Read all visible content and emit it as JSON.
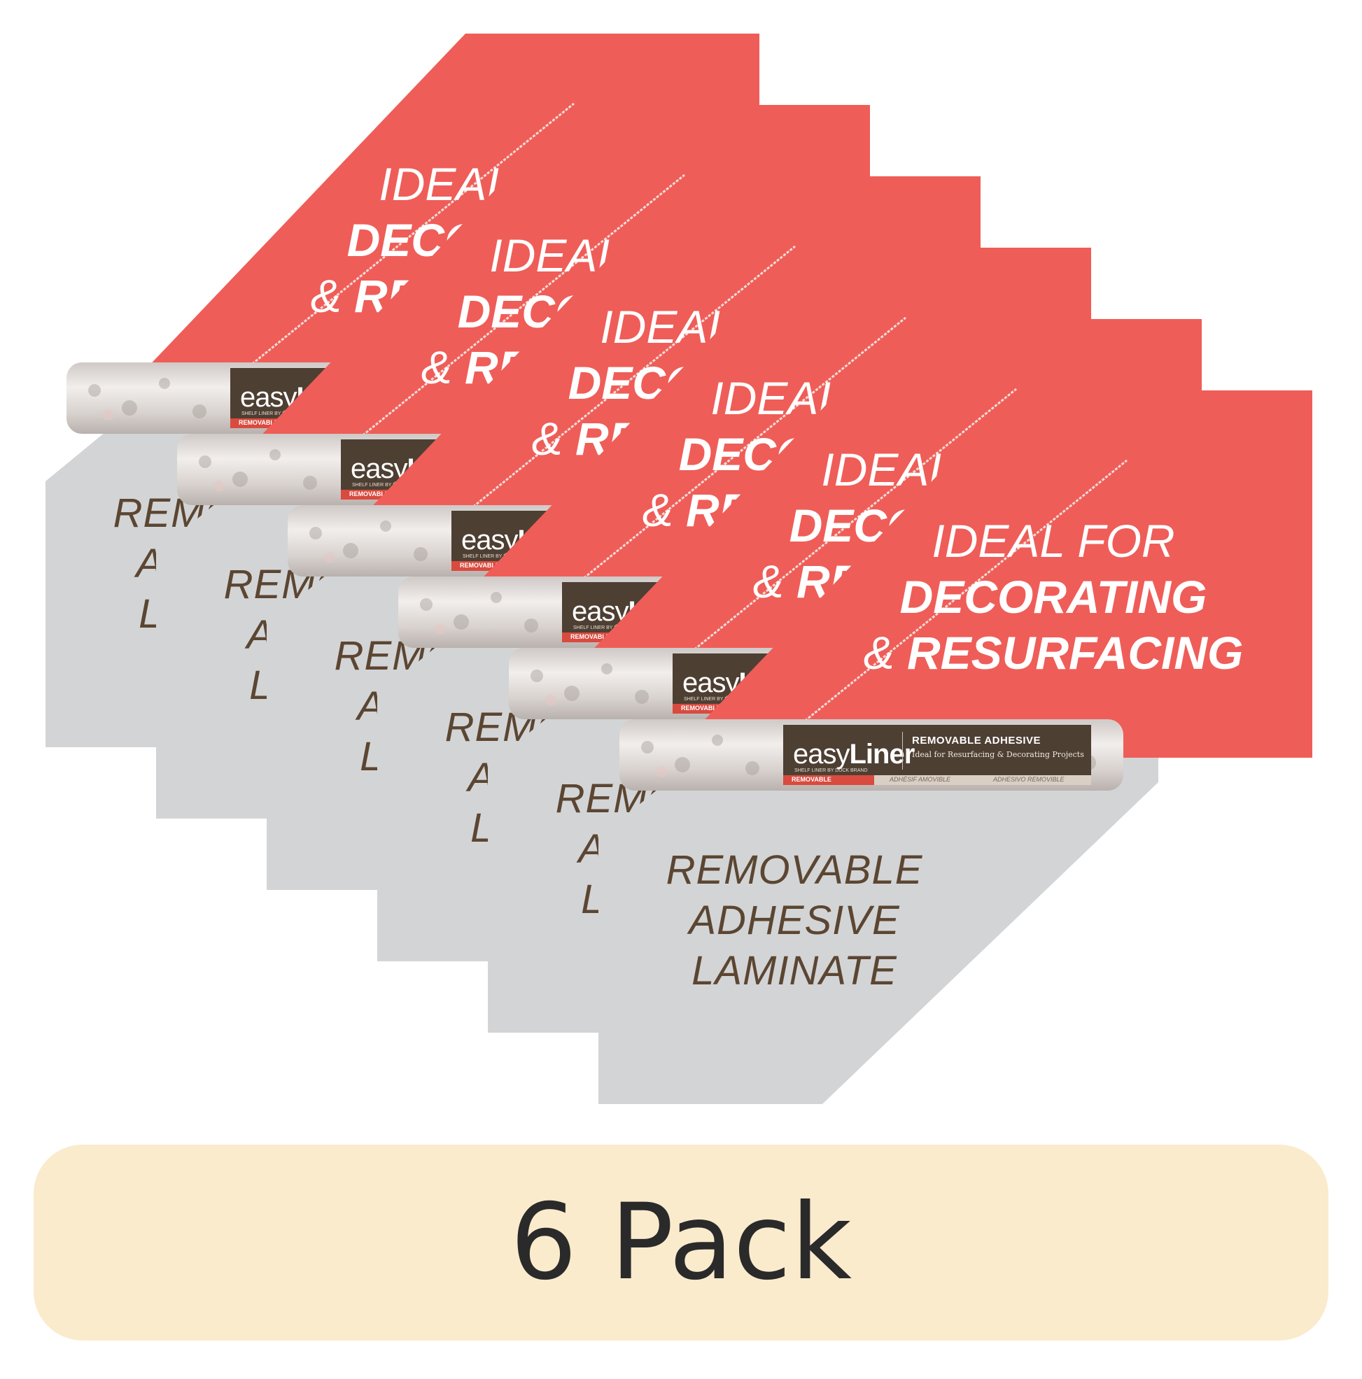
{
  "pack_label": "6 Pack",
  "colors": {
    "red_panel": "#ef5d58",
    "gray_panel": "#d3d4d6",
    "brown_text": "#5b4632",
    "pack_bar": "#faebcd"
  },
  "product": {
    "red_text_line1": "IDEAL FOR",
    "red_text_line2": "DECORATING",
    "red_text_line3_prefix": "& ",
    "red_text_line3_bold": "RESURFACING",
    "gray_text_line1": "REMOVABLE",
    "gray_text_line2": "ADHESIVE",
    "gray_text_line3": "LAMINATE",
    "brand_name_a": "easy",
    "brand_name_b": "Liner",
    "brand_sub": "SHELF LINER BY DUCK BRAND",
    "label_title": "REMOVABLE ADHESIVE",
    "label_tagline": "Ideal for Resurfacing & Decorating Projects",
    "strip_removable": "REMOVABLE",
    "strip_fr": "ADHÉSIF AMOVIBLE",
    "strip_es": "ADHESIVO REMOVIBLE"
  },
  "card_count": 6
}
